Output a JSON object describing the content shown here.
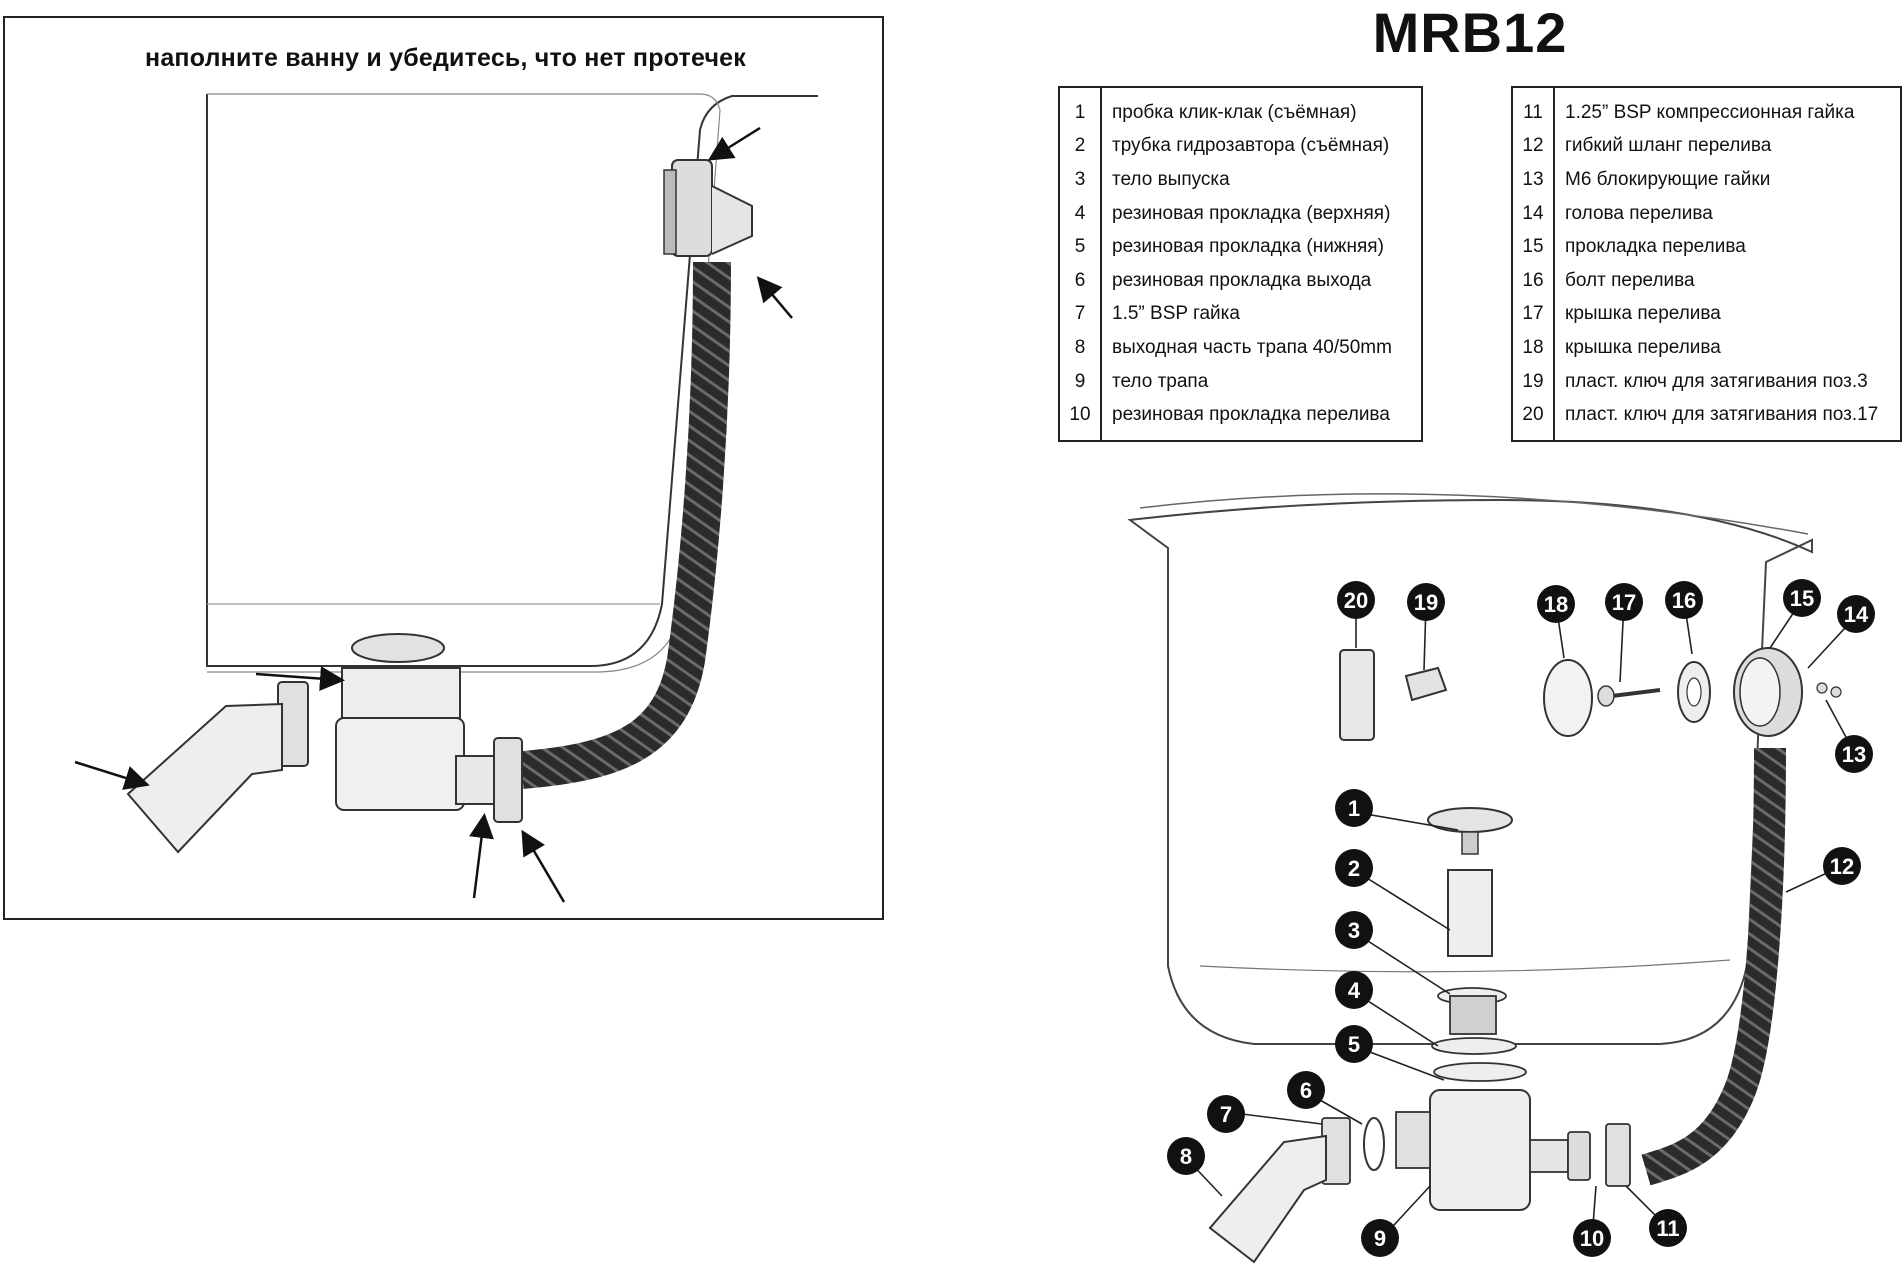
{
  "left_panel": {
    "caption": "наполните ванну и убедитесь, что нет протечек"
  },
  "right_panel": {
    "model_title": "MRB12",
    "parts_table_1": [
      {
        "num": "1",
        "text": "пробка клик-клак (съёмная)"
      },
      {
        "num": "2",
        "text": "трубка гидрозавтора (съёмная)"
      },
      {
        "num": "3",
        "text": "тело выпуска"
      },
      {
        "num": "4",
        "text": "резиновая прокладка (верхняя)"
      },
      {
        "num": "5",
        "text": "резиновая прокладка (нижняя)"
      },
      {
        "num": "6",
        "text": "резиновая прокладка выхода"
      },
      {
        "num": "7",
        "text": "1.5” BSP гайка"
      },
      {
        "num": "8",
        "text": "выходная часть трапа 40/50mm"
      },
      {
        "num": "9",
        "text": "тело трапа"
      },
      {
        "num": "10",
        "text": "резиновая прокладка перелива"
      }
    ],
    "parts_table_2": [
      {
        "num": "11",
        "text": "1.25”  BSP компрессионная гайка"
      },
      {
        "num": "12",
        "text": "гибкий шланг перелива"
      },
      {
        "num": "13",
        "text": "M6 блокирующие гайки"
      },
      {
        "num": "14",
        "text": "голова перелива"
      },
      {
        "num": "15",
        "text": "прокладка перелива"
      },
      {
        "num": "16",
        "text": "болт перелива"
      },
      {
        "num": "17",
        "text": "крышка перелива"
      },
      {
        "num": "18",
        "text": "крышка перелива"
      },
      {
        "num": "19",
        "text": "пласт. ключ для затягивания поз.3"
      },
      {
        "num": "20",
        "text": "пласт. ключ для затягивания поз.17"
      }
    ],
    "callouts": [
      "1",
      "2",
      "3",
      "4",
      "5",
      "6",
      "7",
      "8",
      "9",
      "10",
      "11",
      "12",
      "13",
      "14",
      "15",
      "16",
      "17",
      "18",
      "19",
      "20"
    ]
  },
  "colors": {
    "line": "#222222",
    "hose": "#2b2b2b",
    "callout_fill": "#111111",
    "callout_text": "#ffffff",
    "metal": "#cfcfcf"
  }
}
